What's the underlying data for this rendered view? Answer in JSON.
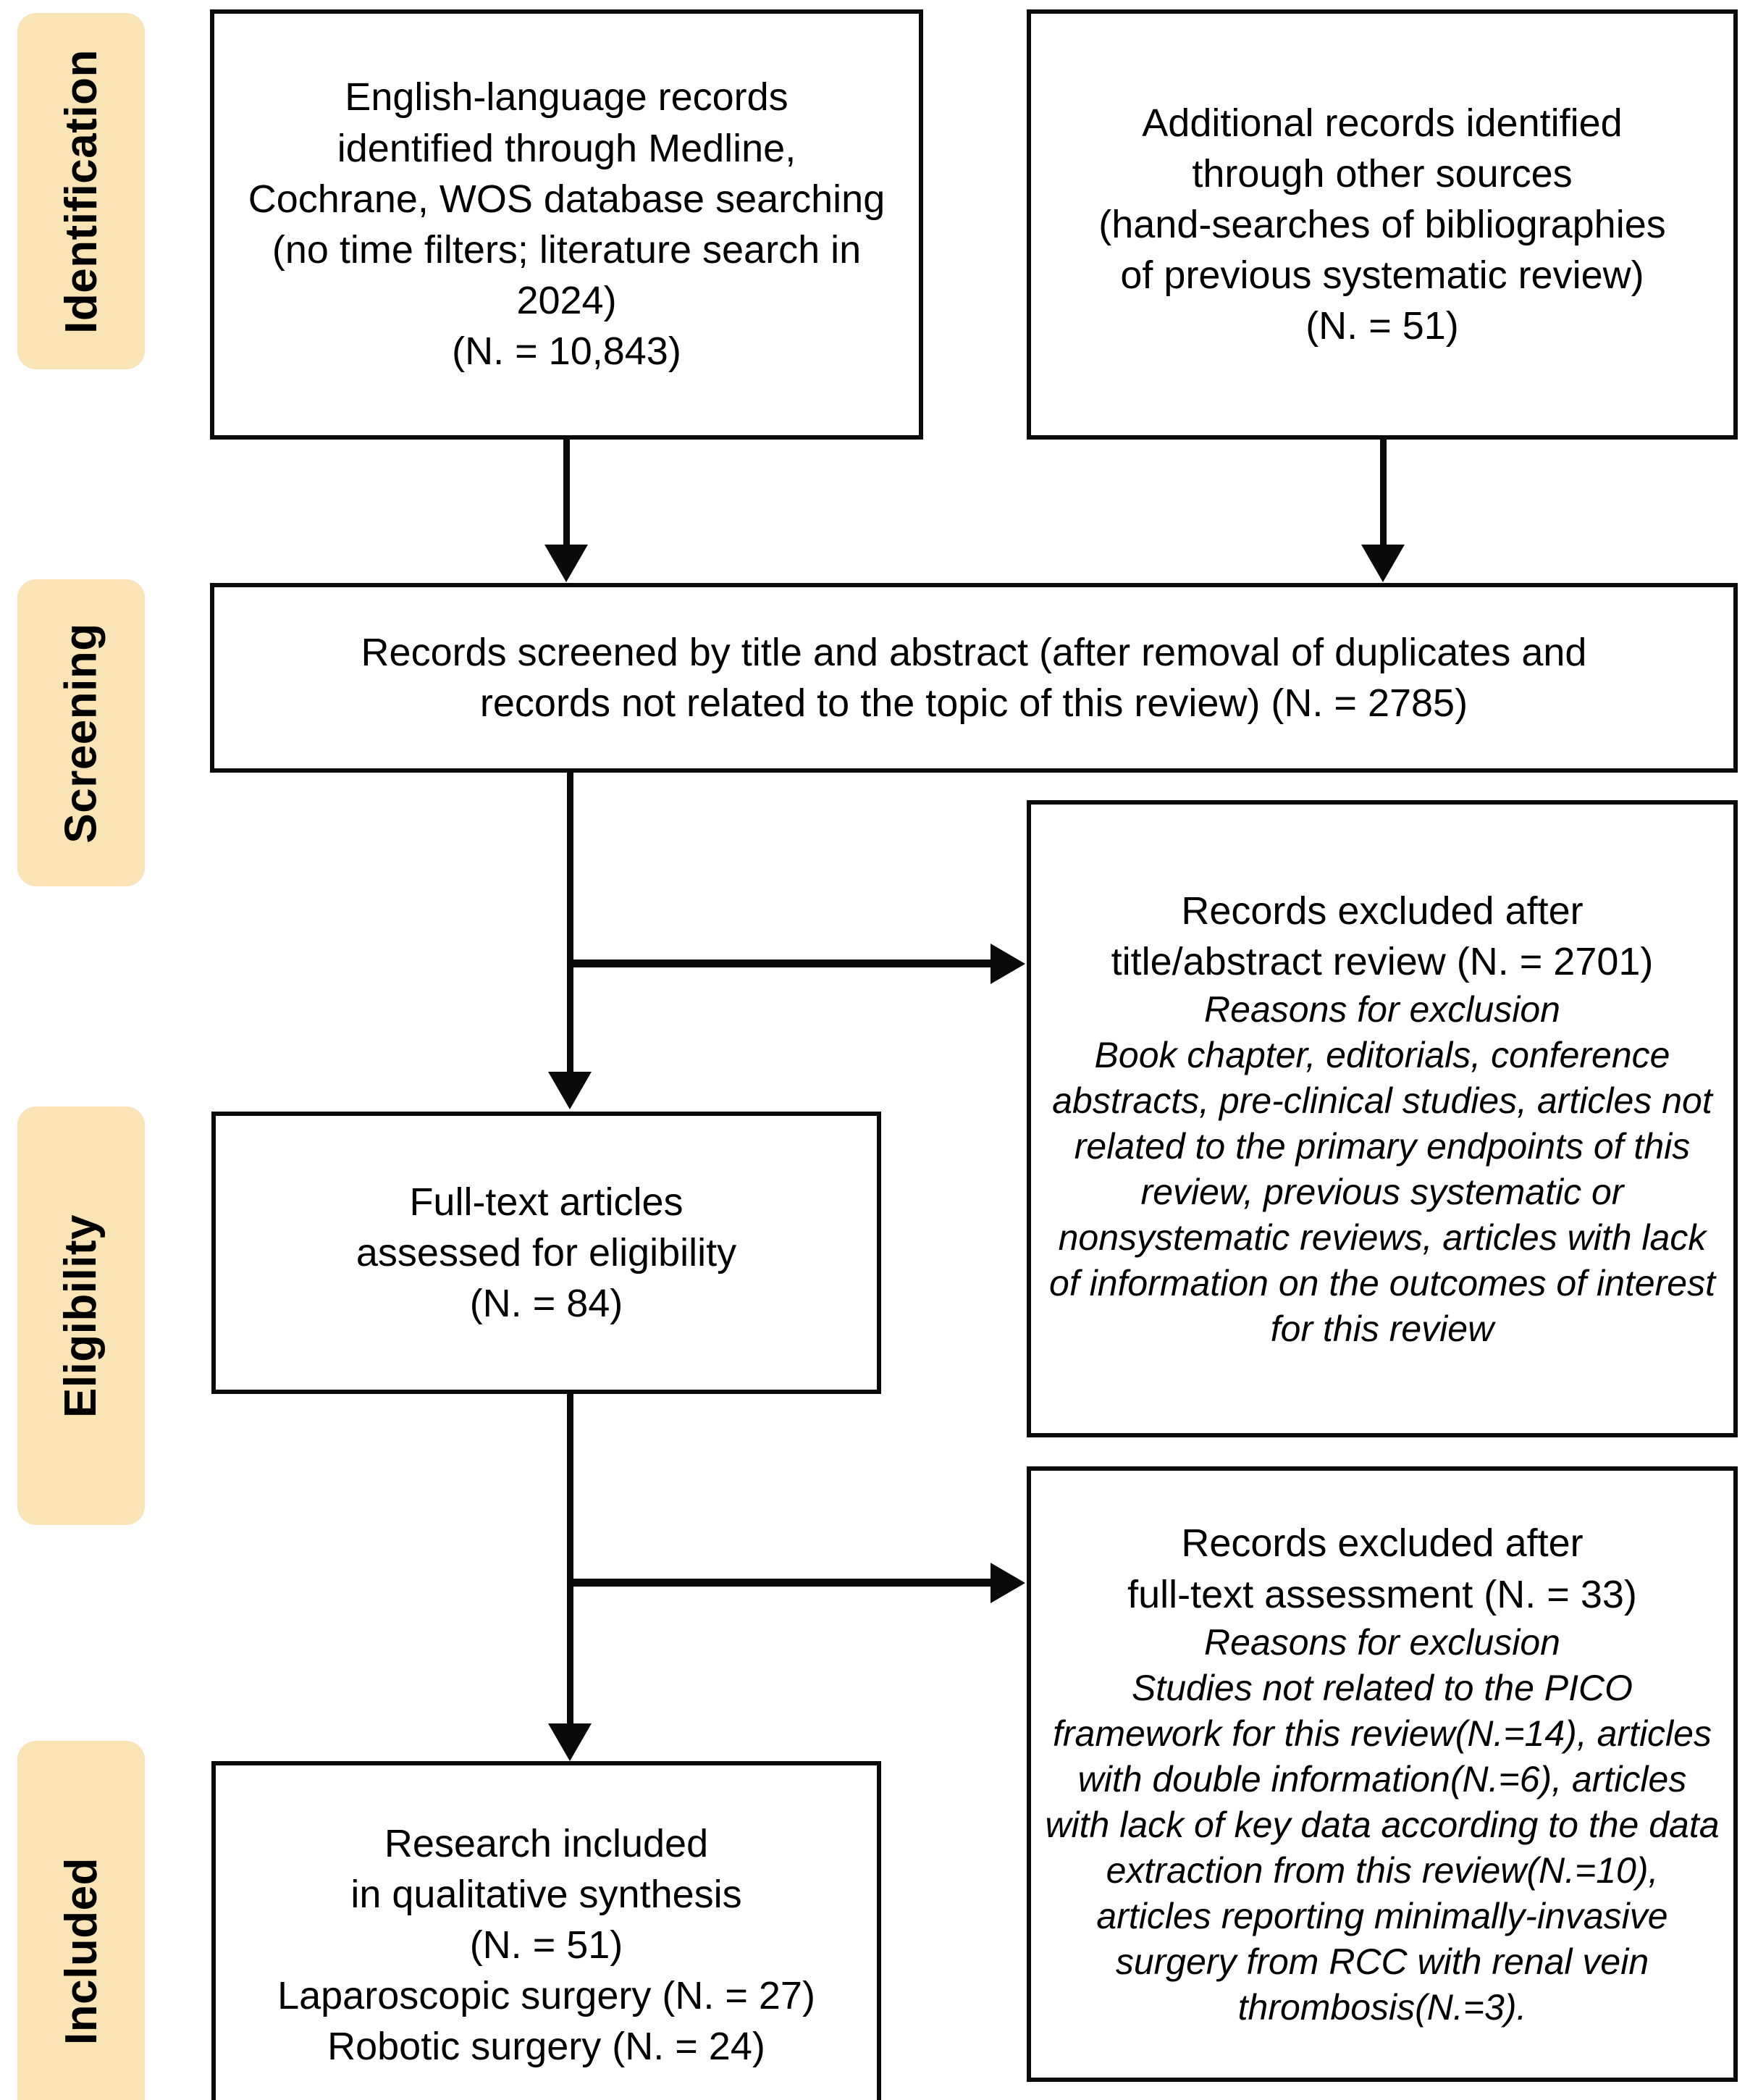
{
  "diagram": {
    "type": "prisma-flow-diagram",
    "title": "PRISMA study selection flow diagram"
  },
  "stages": [
    {
      "id": "identification",
      "label": "Identification"
    },
    {
      "id": "screening",
      "label": "Screening"
    },
    {
      "id": "eligibility",
      "label": "Eligibility"
    },
    {
      "id": "included",
      "label": "Included"
    }
  ],
  "boxes": {
    "records_identified_databases": {
      "text": "English-language records\nidentified through Medline,\nCochrane, WOS database searching\n(no time filters; literature search in 2024)\n(N. = 10,843)",
      "count": 10843
    },
    "records_identified_other": {
      "text": "Additional records identified\nthrough other sources\n(hand-searches of bibliographies\nof previous systematic review)\n(N. = 51)",
      "count": 51
    },
    "records_screened": {
      "text": "Records screened by title and abstract (after removal of duplicates and\nrecords not related to the topic of this review) (N. = 2785)",
      "count": 2785
    },
    "records_excluded_title_abstract": {
      "heading": "Records excluded after\ntitle/abstract review (N. = 2701)",
      "reasons_heading": "Reasons for exclusion",
      "reasons_body": "Book chapter, editorials, conference abstracts, pre-clinical studies, articles not related to the primary endpoints of this review, previous systematic or nonsystematic reviews, articles with lack of information on the outcomes of interest for this review",
      "count": 2701
    },
    "fulltext_assessed": {
      "text": "Full-text articles\nassessed for eligibility\n(N. = 84)",
      "count": 84
    },
    "records_excluded_fulltext": {
      "heading": "Records excluded after\nfull-text assessment (N. = 33)",
      "reasons_heading": "Reasons for exclusion",
      "reasons_body": "Studies not related to the PICO framework for this review(N.=14), articles with double information(N.=6), articles with lack of key data according to the data extraction from this review(N.=10), articles reporting minimally-invasive surgery from RCC with renal vein thrombosis(N.=3).",
      "count": 33
    },
    "research_included": {
      "text": "Research included\nin qualitative synthesis\n(N. = 51)\nLaparoscopic surgery (N. = 27)\nRobotic surgery (N. = 24)",
      "count": 51,
      "laparoscopic_count": 27,
      "robotic_count": 24
    }
  },
  "colors": {
    "stage_tab_background": "#FAE3B4",
    "box_border": "#0A0A0A",
    "box_background": "#FFFFFF",
    "text": "#000000"
  }
}
